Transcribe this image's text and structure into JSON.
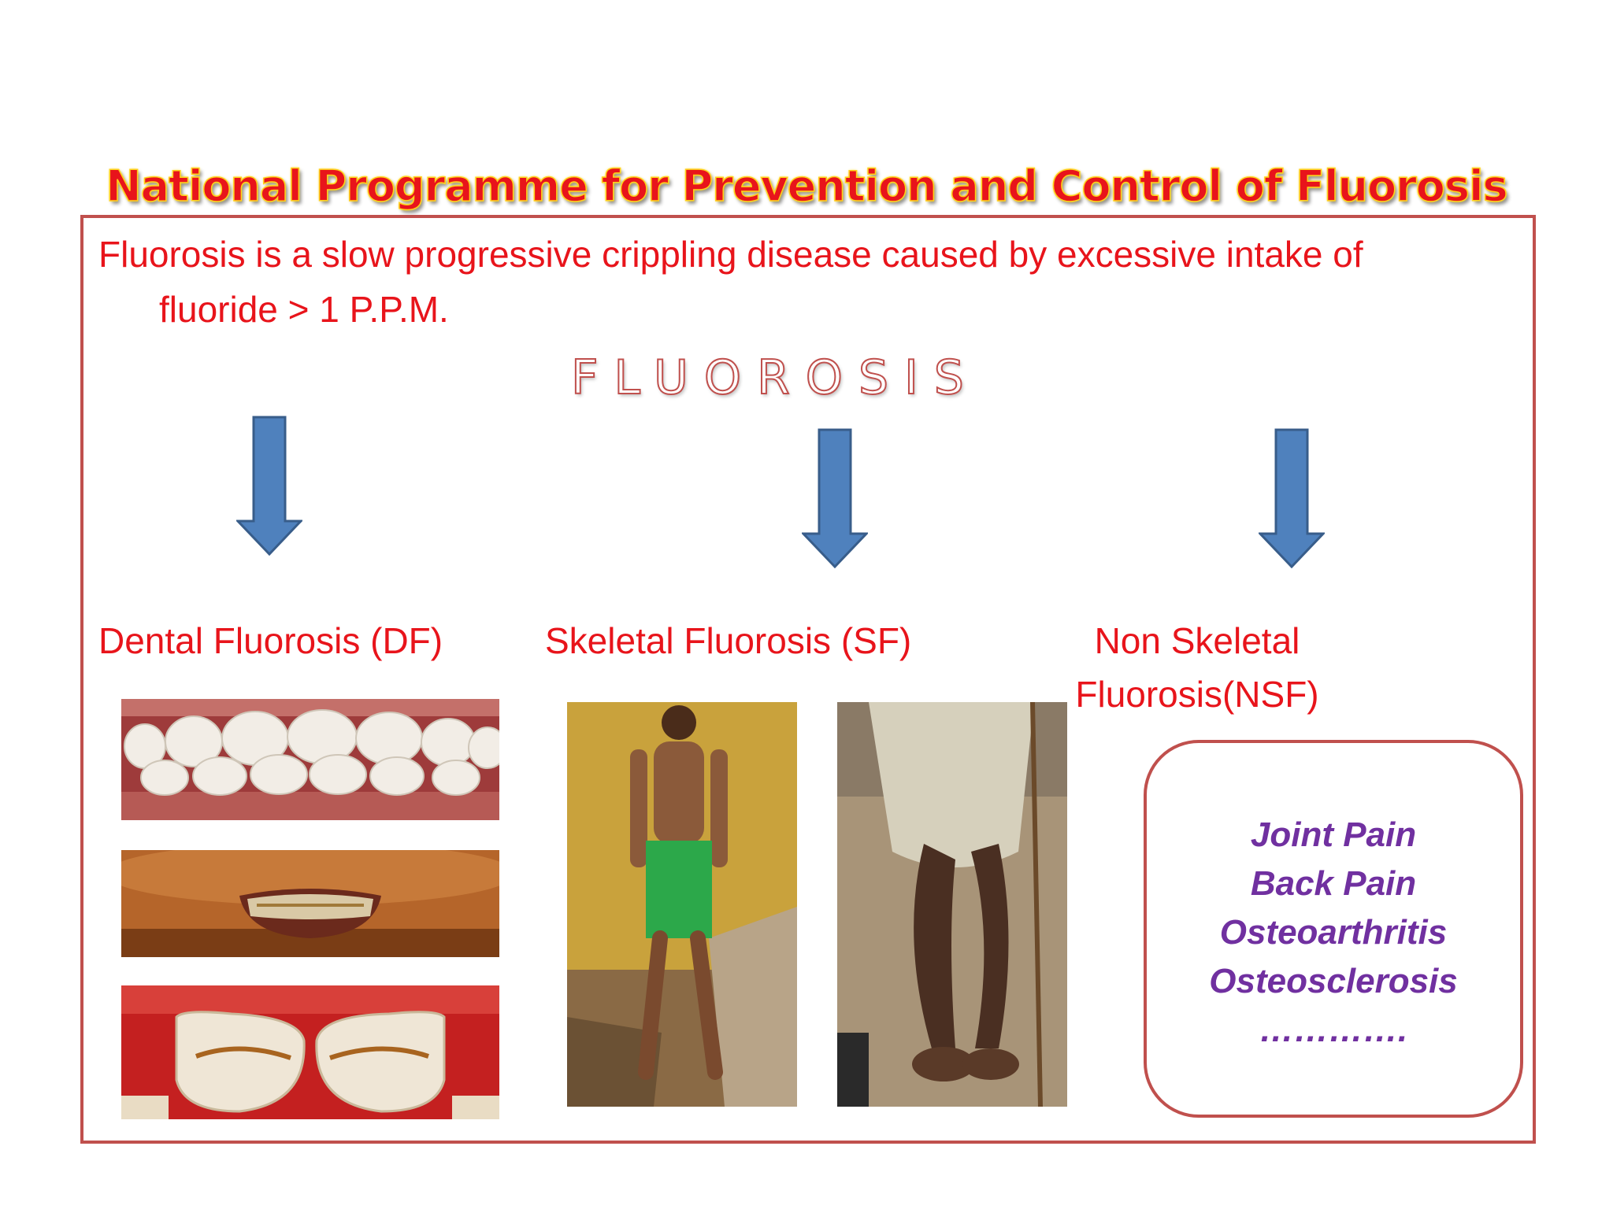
{
  "title": "National Programme for Prevention and Control of Fluorosis",
  "intro": {
    "line1": "Fluorosis is a slow progressive crippling disease caused by excessive intake of",
    "line2": "fluoride > 1 P.P.M."
  },
  "heading": "FLUOROSIS",
  "branches": {
    "dental": "Dental Fluorosis (DF)",
    "skeletal": "Skeletal Fluorosis (SF)",
    "non_skeletal_line1": "Non Skeletal",
    "non_skeletal_line2": "Fluorosis(NSF)"
  },
  "symptoms": [
    "Joint Pain",
    "Back Pain",
    "Osteoarthritis",
    "Osteosclerosis",
    "…………."
  ],
  "colors": {
    "title_fill": "#e8141b",
    "title_outline": "#ffd21a",
    "body_text": "#e8141b",
    "frame_border": "#c0504d",
    "arrow_fill": "#4f81bd",
    "arrow_stroke": "#385d8a",
    "symptom_text": "#7030a0"
  }
}
